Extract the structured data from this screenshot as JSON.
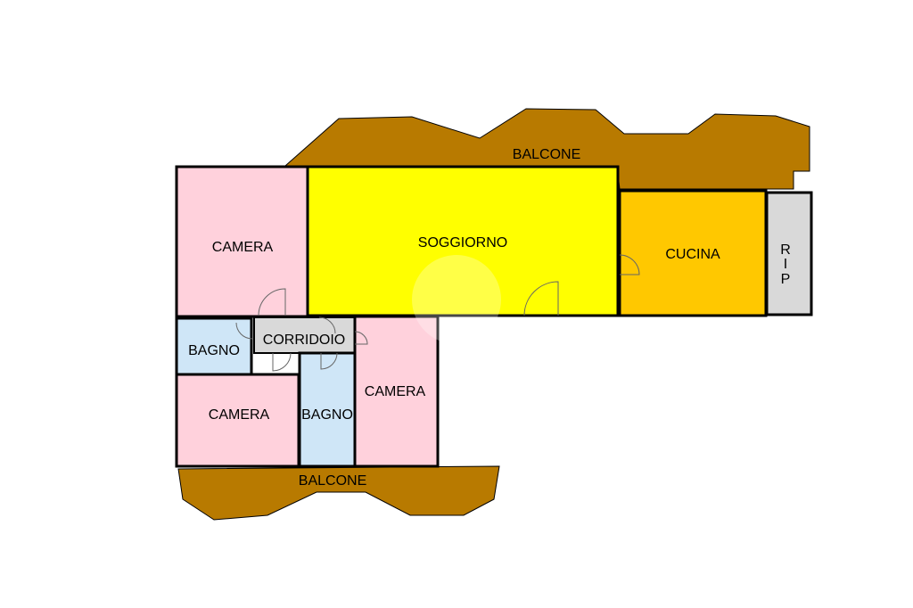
{
  "colors": {
    "balcony": "#b87a00",
    "bedroom": "#ffd1dc",
    "bathroom": "#cfe6f7",
    "living": "#ffff00",
    "kitchen": "#ffc800",
    "service": "#d9d9d9"
  },
  "rooms": {
    "balcone_top": "BALCONE",
    "soggiorno": "SOGGIORNO",
    "cucina": "CUCINA",
    "ripostiglio": [
      "R",
      "I",
      "P"
    ],
    "camera_top_left": "CAMERA",
    "bagno_left": "BAGNO",
    "corridoio": "CORRIDOIO",
    "camera_bottom_left": "CAMERA",
    "bagno_center": "BAGNO",
    "camera_right": "CAMERA",
    "balcone_bottom": "BALCONE"
  }
}
